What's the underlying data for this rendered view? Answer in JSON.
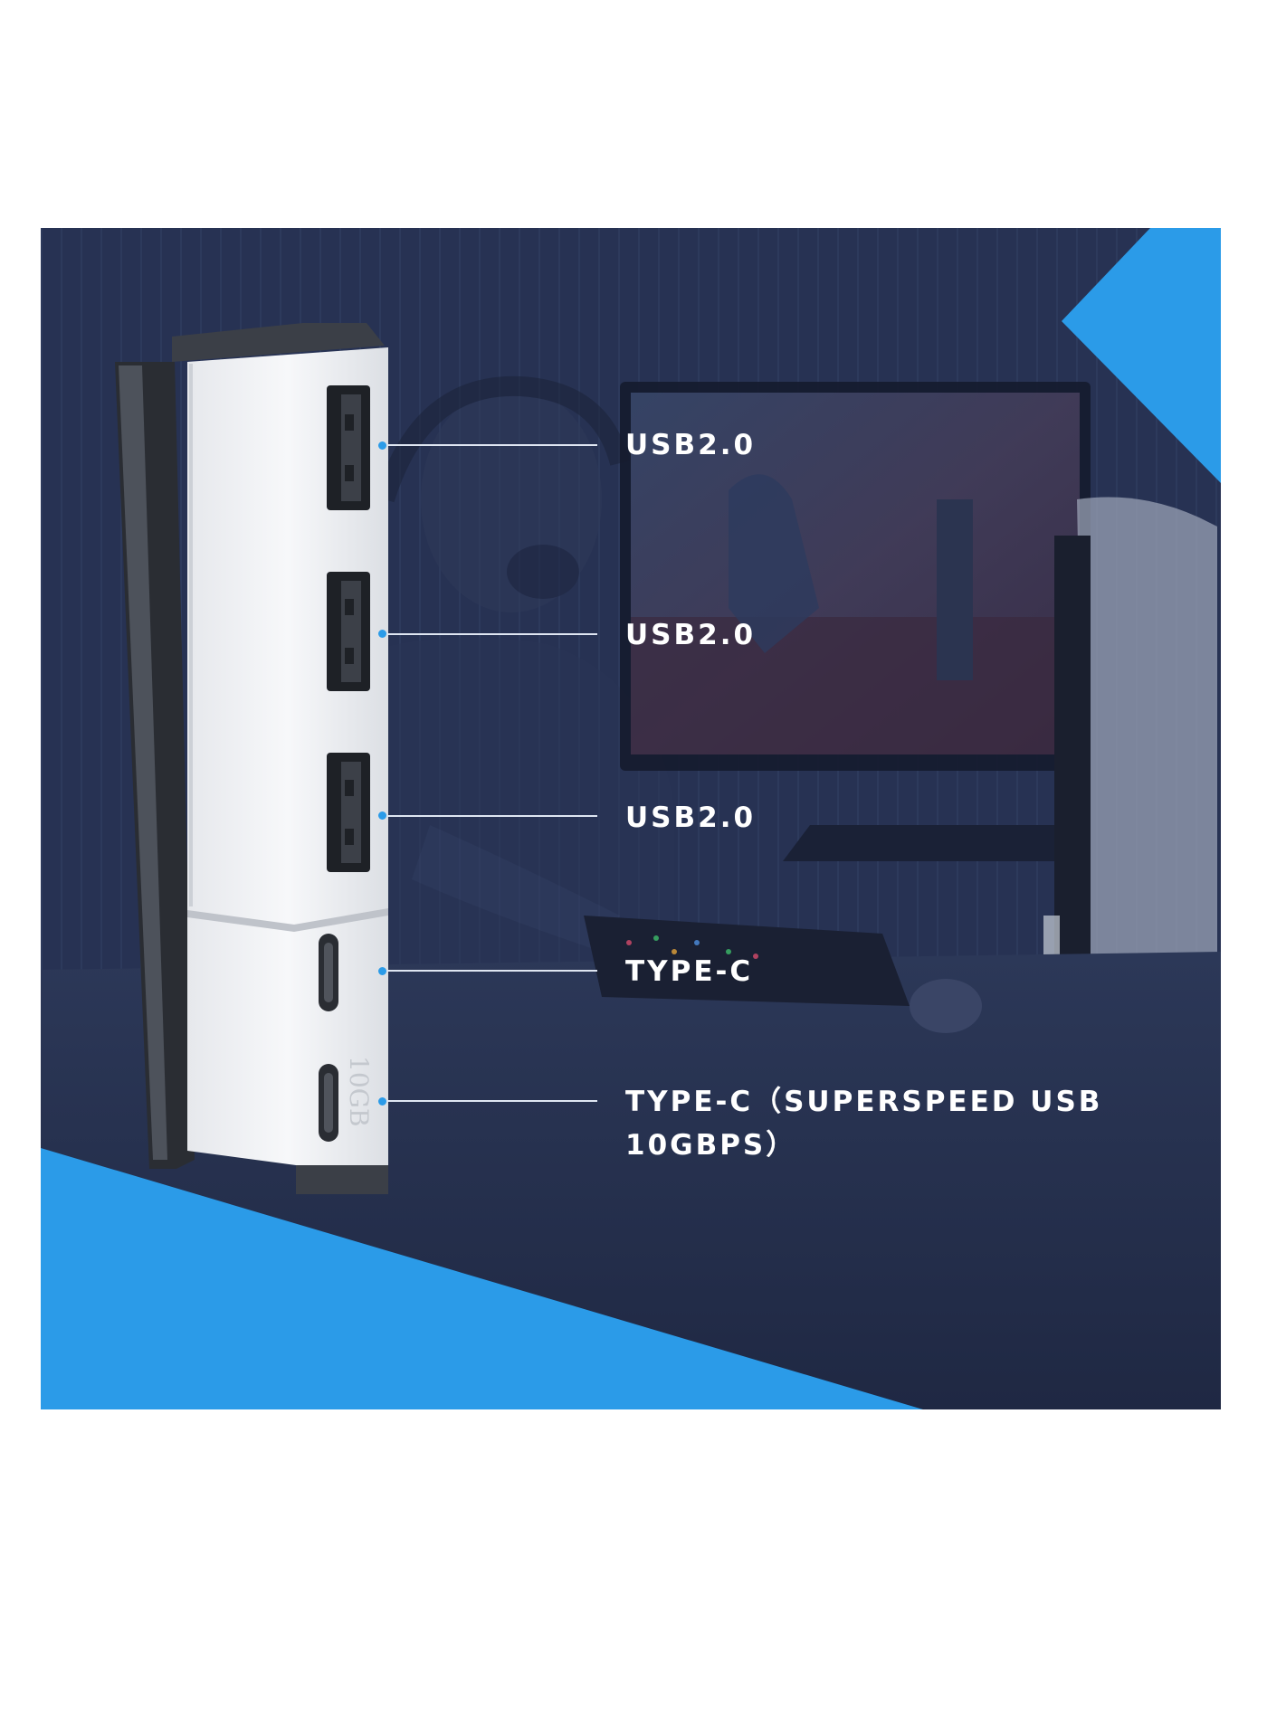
{
  "colors": {
    "panel_background": "#26314f",
    "accent_blue": "#2b9be8",
    "hub_body": "#f1f2f4",
    "hub_frame": "#3b3f47",
    "label_text": "#ffffff"
  },
  "device": {
    "name": "usb-hub",
    "engraving": "10GB"
  },
  "ports": [
    {
      "id": "usb-a-1",
      "label": "USB2.0",
      "icon": "usb-a-port-icon"
    },
    {
      "id": "usb-a-2",
      "label": "USB2.0",
      "icon": "usb-a-port-icon"
    },
    {
      "id": "usb-a-3",
      "label": "USB2.0",
      "icon": "usb-a-port-icon"
    },
    {
      "id": "type-c-1",
      "label": "TYPE-C",
      "icon": "usb-c-port-icon"
    },
    {
      "id": "type-c-2",
      "label_line1": "TYPE-C（SUPERSPEED USB",
      "label_line2": "10GBPS）",
      "icon": "usb-c-port-icon"
    }
  ]
}
